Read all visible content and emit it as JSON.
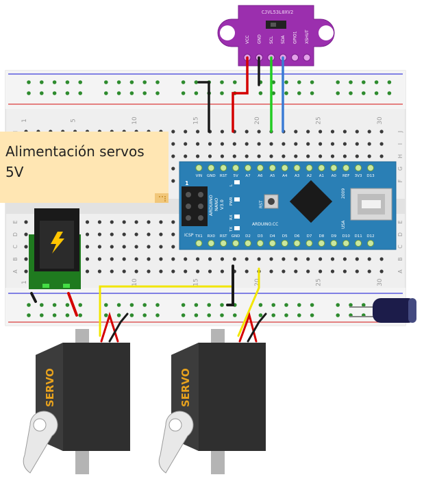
{
  "sensor": {
    "model": "CJVL53L0XV2",
    "pins": [
      "VCC",
      "GND",
      "SCL",
      "SDA",
      "GPIO1",
      "XSHUT"
    ]
  },
  "breadboard": {
    "column_numbers": [
      "1",
      "5",
      "10",
      "15",
      "20",
      "25",
      "30"
    ],
    "row_letters_top": [
      "J",
      "I",
      "H",
      "G",
      "F"
    ],
    "row_letters_bottom": [
      "E",
      "D",
      "C",
      "B",
      "A"
    ]
  },
  "note": {
    "text_line1": "Alimentación servos",
    "text_line2": "5V"
  },
  "arduino": {
    "top_pins": [
      "D13",
      "3V3",
      "REF",
      "A0",
      "A1",
      "A2",
      "A3",
      "A4",
      "A5",
      "A6",
      "A7",
      "5V",
      "RST",
      "GND",
      "VIN"
    ],
    "bottom_pins": [
      "D12",
      "D11",
      "D10",
      "D9",
      "D8",
      "D7",
      "D6",
      "D5",
      "D4",
      "D3",
      "D2",
      "GND",
      "RST",
      "RX0",
      "TX1"
    ],
    "label_board": "ARDUINO",
    "label_nano": "NANO",
    "label_version": "V3.0",
    "label_site": "ARDUINO.CC",
    "label_year": "2009",
    "label_usa": "USA",
    "label_icsp": "ICSP",
    "label_one": "1",
    "label_rst": "RST",
    "leds": [
      "L",
      "PWR",
      "RX",
      "TX"
    ]
  },
  "servos": [
    {
      "label": "SERVO"
    },
    {
      "label": "SERVO"
    }
  ],
  "colors": {
    "wire_red": "#d40000",
    "wire_black": "#1a1a1a",
    "wire_green": "#22cc22",
    "wire_blue": "#3a7bd5",
    "wire_yellow": "#f2e600",
    "sensor_board": "#9b2fae",
    "arduino_board": "#2a7fb5",
    "note_bg": "#ffe6b3",
    "breadboard": "#efefef",
    "hole_green": "#2e8b2e"
  }
}
